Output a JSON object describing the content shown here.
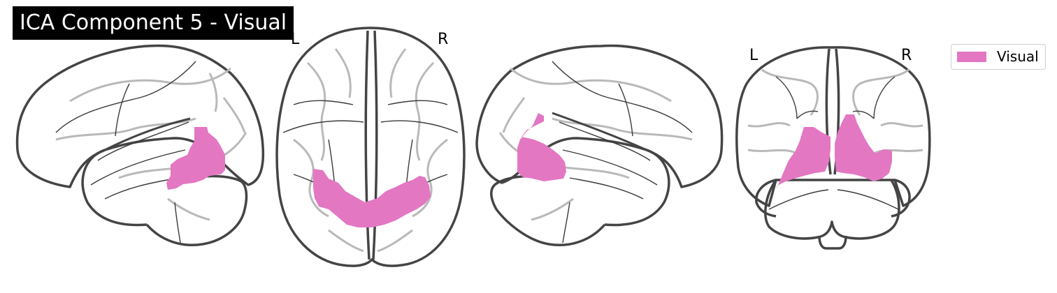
{
  "title": "ICA Component 5 - Visual",
  "views": {
    "axial": {
      "left_label": "L",
      "right_label": "R"
    },
    "coronal": {
      "left_label": "L",
      "right_label": "R"
    }
  },
  "legend": {
    "label": "Visual",
    "color": "#e377c2"
  },
  "colors": {
    "activation": "#e377c2",
    "outline": "#444444",
    "sulcus": "#b9b9b9"
  }
}
